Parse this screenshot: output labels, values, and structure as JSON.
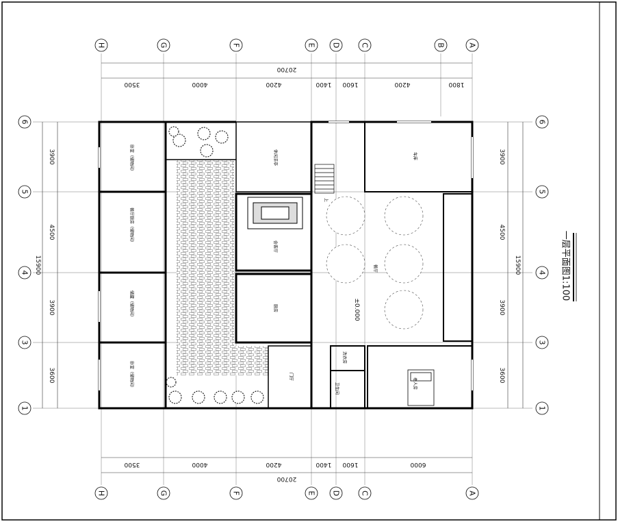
{
  "drawing_title": "一层平面图1:100",
  "axes": {
    "columns": [
      "H",
      "G",
      "F",
      "E",
      "D",
      "C",
      "B",
      "A"
    ],
    "rows": [
      "6",
      "5",
      "4",
      "3",
      "1"
    ]
  },
  "dimensions": {
    "top_total": "20700",
    "top_segments": [
      "3500",
      "4000",
      "4200",
      "1400",
      "1600",
      "4200",
      "1800"
    ],
    "bottom_total": "20700",
    "bottom_segments": [
      "3500",
      "4000",
      "4200",
      "1400",
      "1600",
      "6000"
    ],
    "left_total": "15900",
    "left_segments": [
      "3900",
      "4500",
      "3900",
      "3600"
    ],
    "right_total": "15900",
    "right_segments": [
      "3900",
      "4500",
      "3900",
      "3600"
    ]
  },
  "rooms": {
    "r1": "卧室（储物间）",
    "r2": "餐厅厨房（储物间）",
    "r3": "储藏（储物间）",
    "r4": "卧室（储物间）",
    "r5": "休闲凉亭",
    "r6": "会客厅",
    "r7": "厨房",
    "r8": "车库",
    "r9": "餐厅",
    "r10": "老人房",
    "r11": "卫生间",
    "r12": "洗衣房",
    "r13": "门厅",
    "elev": "±0.000",
    "stair": "上"
  }
}
